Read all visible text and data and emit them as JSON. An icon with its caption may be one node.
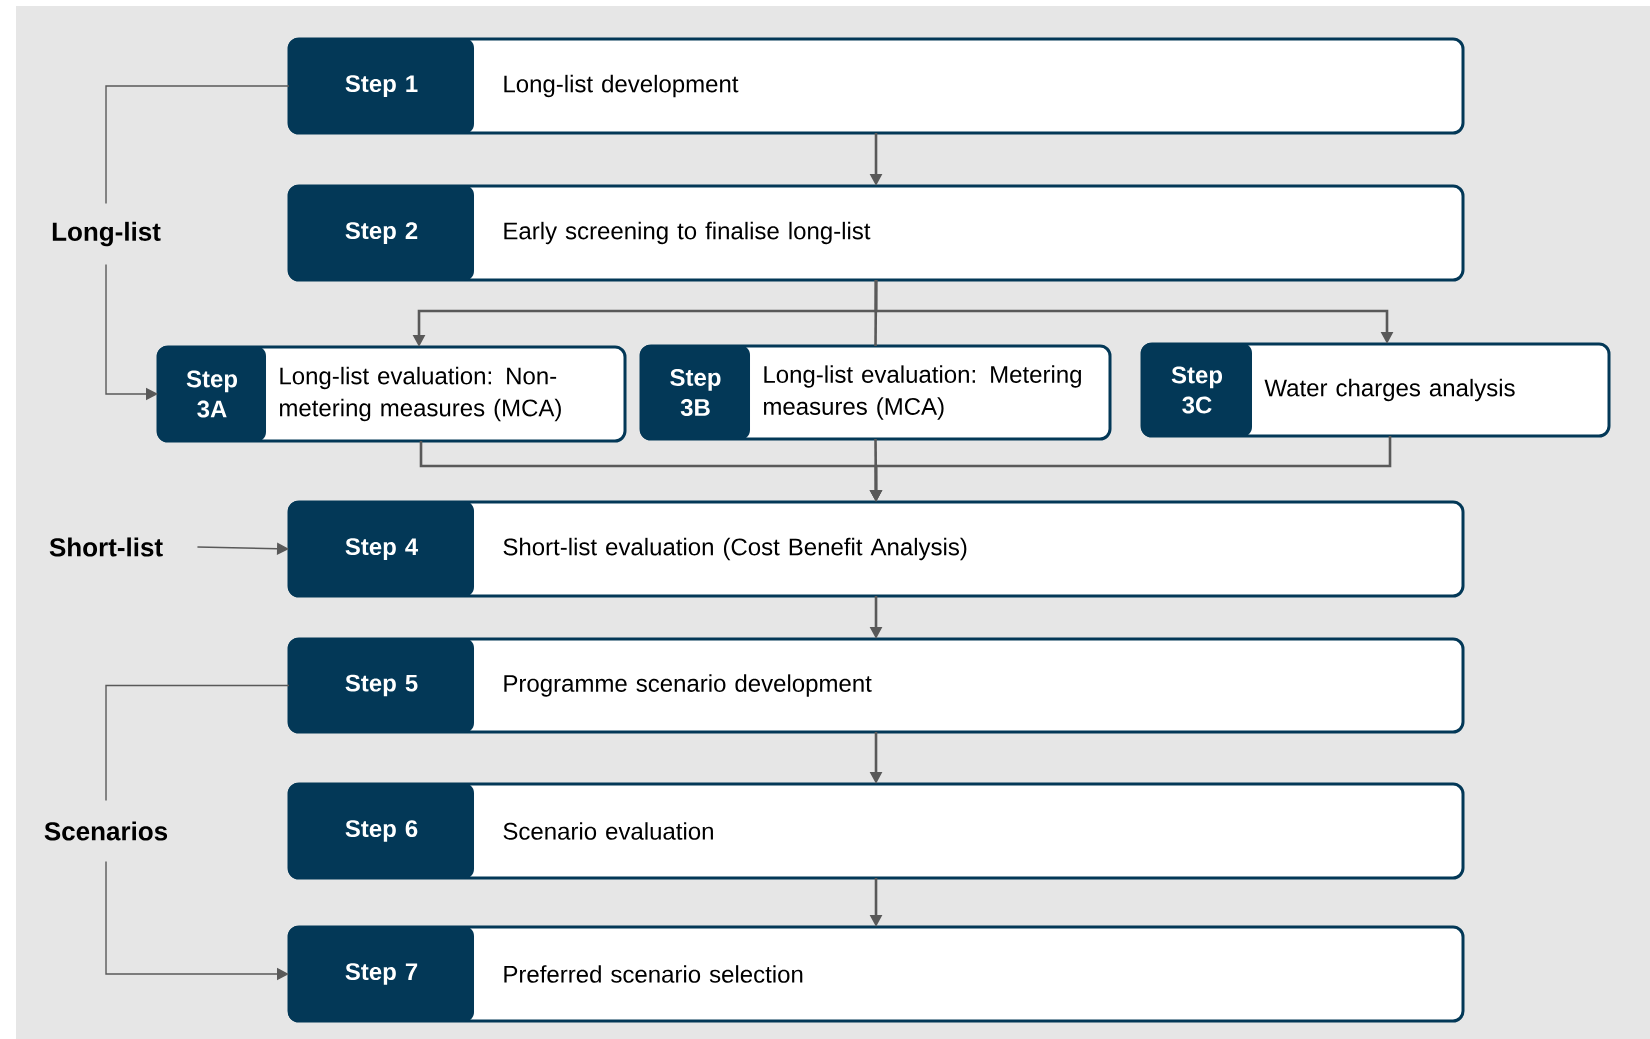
{
  "diagram": {
    "nodes": [
      {
        "text": [
          "Step 1",
          "Long-list development"
        ]
      },
      {
        "text": [
          "Long-list"
        ]
      },
      {
        "text": [
          "Step 2",
          "Early screening to finalise long-list"
        ]
      },
      {
        "text": [
          "Step 3A",
          "Long-list evaluation: Non-metering measures (MCA)"
        ]
      },
      {
        "text": [
          "Step 3B",
          "Long-list evaluation: Metering measures (MCA)"
        ]
      },
      {
        "text": [
          "Step 3C",
          "Water charges analysis"
        ]
      },
      {
        "text": [
          "Short-list"
        ]
      },
      {
        "text": [
          "Step 4",
          "Short-list evaluation (Cost Benefit Analysis)"
        ]
      },
      {
        "text": [
          "Step 5",
          "Programme scenario development"
        ]
      },
      {
        "text": [
          "Scenarios"
        ]
      },
      {
        "text": [
          "Step 6",
          "Scenario evaluation"
        ]
      },
      {
        "text": [
          "Step 7",
          "Preferred scenario selection"
        ]
      }
    ],
    "edges": [
      {
        "from": 0,
        "to": 2,
        "arrow": "to"
      },
      {
        "from": 2,
        "to": 3,
        "arrow": "to"
      },
      {
        "from": 2,
        "to": 4,
        "arrow": "none"
      },
      {
        "from": 2,
        "to": 5,
        "arrow": "to"
      },
      {
        "from": 3,
        "to": 7,
        "arrow": "to"
      },
      {
        "from": 4,
        "to": 7,
        "arrow": "to"
      },
      {
        "from": 5,
        "to": 7,
        "arrow": "to"
      },
      {
        "from": 7,
        "to": 8,
        "arrow": "to"
      },
      {
        "from": 8,
        "to": 10,
        "arrow": "to"
      },
      {
        "from": 10,
        "to": 11,
        "arrow": "to"
      },
      {
        "from": 1,
        "to": 0,
        "arrow": "none"
      },
      {
        "from": 1,
        "to": 3,
        "arrow": "to"
      },
      {
        "from": 6,
        "to": 7,
        "arrow": "to"
      },
      {
        "from": 9,
        "to": 8,
        "arrow": "none"
      },
      {
        "from": 9,
        "to": 11,
        "arrow": "to"
      }
    ]
  }
}
